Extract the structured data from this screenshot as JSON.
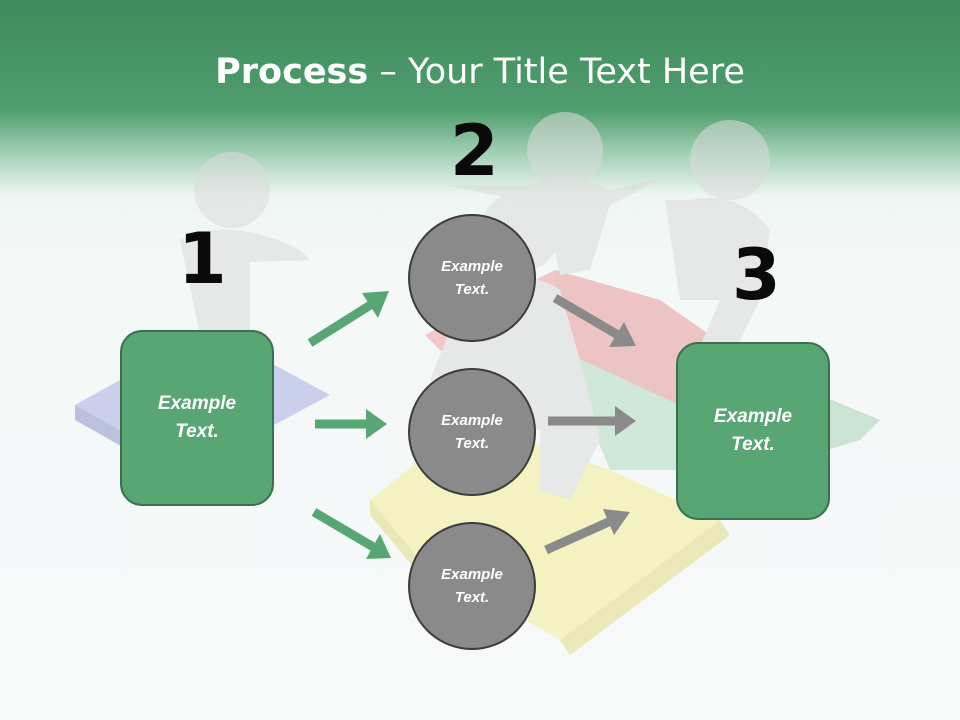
{
  "slide": {
    "title_strong": "Process",
    "title_rest": " – Your Title Text Here",
    "colors": {
      "header": "#4f9e6e",
      "box_fill": "#58a673",
      "circle_fill": "#8a8a8a",
      "green_arrow": "#58a673",
      "gray_arrow": "#8a8a8a"
    }
  },
  "steps": {
    "step1": {
      "number": "1",
      "text": "Example Text."
    },
    "step2": {
      "number": "2",
      "text": "Example Text."
    },
    "step3": {
      "number": "3",
      "text": "Example Text."
    }
  },
  "circles": [
    {
      "text": "Example Text."
    },
    {
      "text": "Example Text."
    },
    {
      "text": "Example Text."
    }
  ],
  "background_image": "3d-figures-assembling-puzzle"
}
